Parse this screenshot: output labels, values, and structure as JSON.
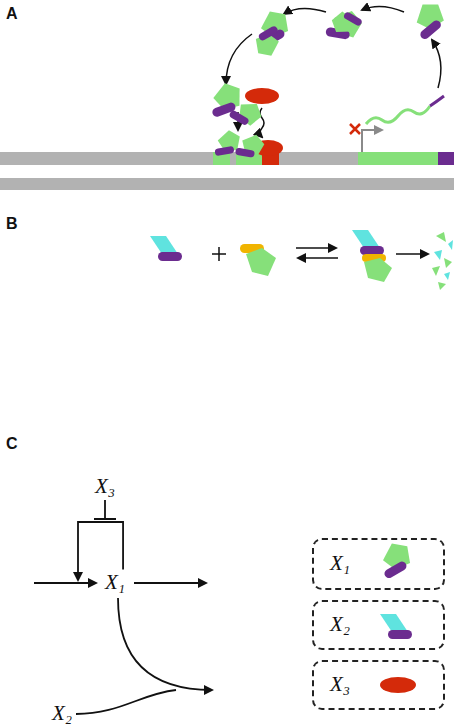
{
  "diagram": {
    "nodes": [
      {
        "text": [
          "X₃"
        ]
      },
      {
        "text": [
          "X₁"
        ]
      },
      {
        "text": [
          "X₂"
        ]
      },
      {
        "text": [
          "X₁"
        ]
      },
      {
        "text": [
          "X₂"
        ]
      },
      {
        "text": [
          "X₃"
        ]
      }
    ],
    "edges": [
      {
        "from": 1,
        "to": 1,
        "arrow": "to"
      }
    ],
    "labels": [
      "A",
      "B",
      "C"
    ]
  }
}
